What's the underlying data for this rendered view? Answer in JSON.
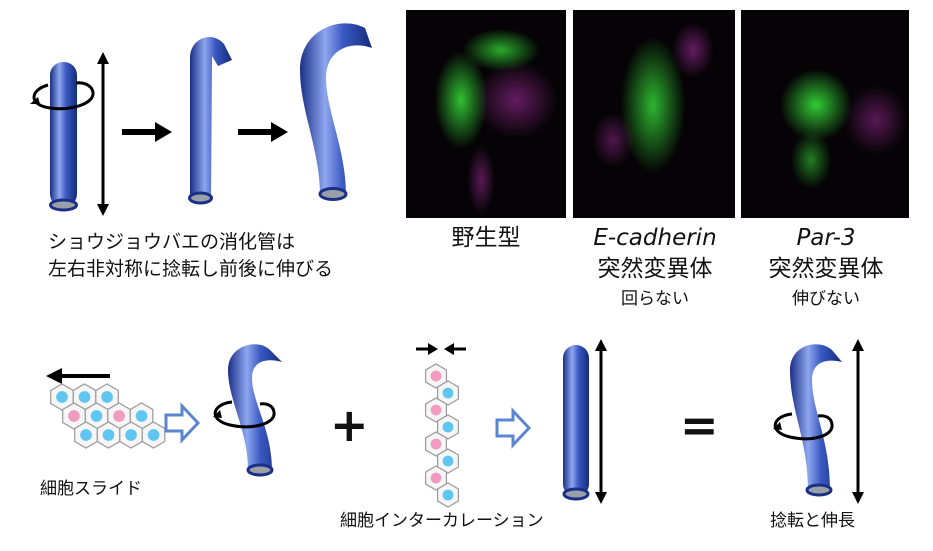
{
  "top_caption": {
    "line1": "ショウジョウバエの消化管は",
    "line2": "左右非対称に捻転し前後に伸びる"
  },
  "panels": [
    {
      "name": "野生型",
      "name_italic": false,
      "sub1": "",
      "sub2": ""
    },
    {
      "name": "E-cadherin",
      "name_italic": true,
      "sub1": "突然変異体",
      "sub2": "回らない"
    },
    {
      "name": "Par-3",
      "name_italic": true,
      "sub1": "突然変異体",
      "sub2": "伸びない"
    }
  ],
  "bottom": {
    "cell_slide_label": "細胞スライド",
    "intercalation_label": "細胞インターカレーション",
    "rotation_elongation_label": "捻転と伸長",
    "plus": "+",
    "equals": "="
  },
  "colors": {
    "tube_dark": "#1f3a9c",
    "tube_light": "#8fa7ef",
    "cell_blue": "#5ec6f0",
    "cell_pink": "#f19bc1",
    "fluor_green": "#38e23a",
    "fluor_magenta": "#d63ad0",
    "hollow_arrow": "#5b86cf"
  }
}
